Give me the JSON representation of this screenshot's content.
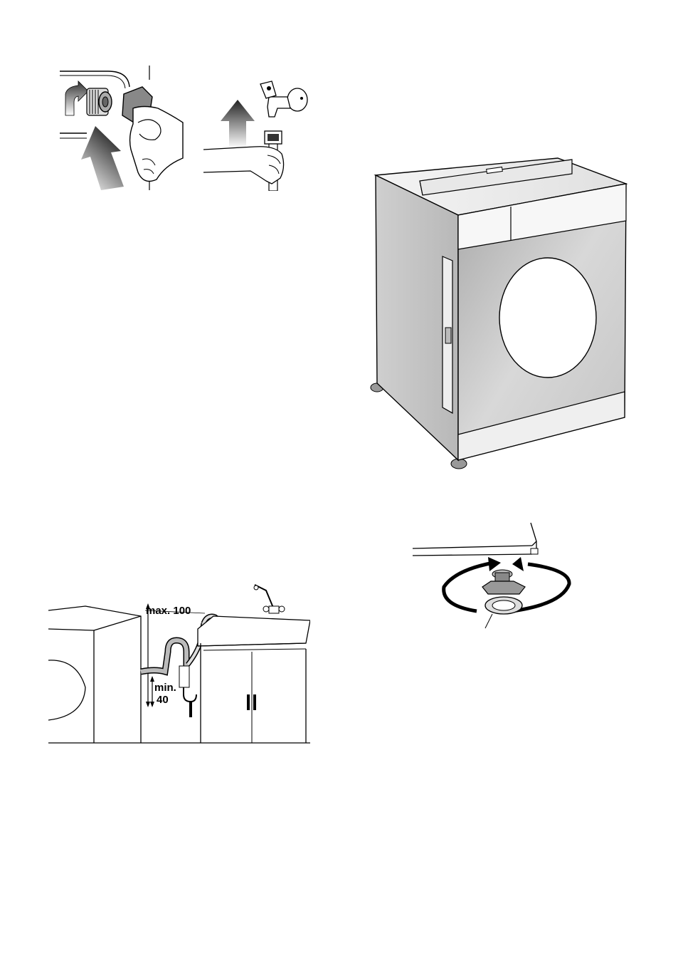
{
  "figures": {
    "hose_connection": {
      "icon": "hose-connection-illustration"
    },
    "tap_connection": {
      "icon": "tap-connection-illustration"
    },
    "washing_machine": {
      "icon": "washing-machine-illustration"
    },
    "drain_hose": {
      "icon": "drain-hose-illustration",
      "max_label": "max. 100",
      "min_label_line1": "min.",
      "min_label_line2": "40"
    },
    "foot_adjust": {
      "icon": "adjustable-foot-illustration"
    }
  }
}
